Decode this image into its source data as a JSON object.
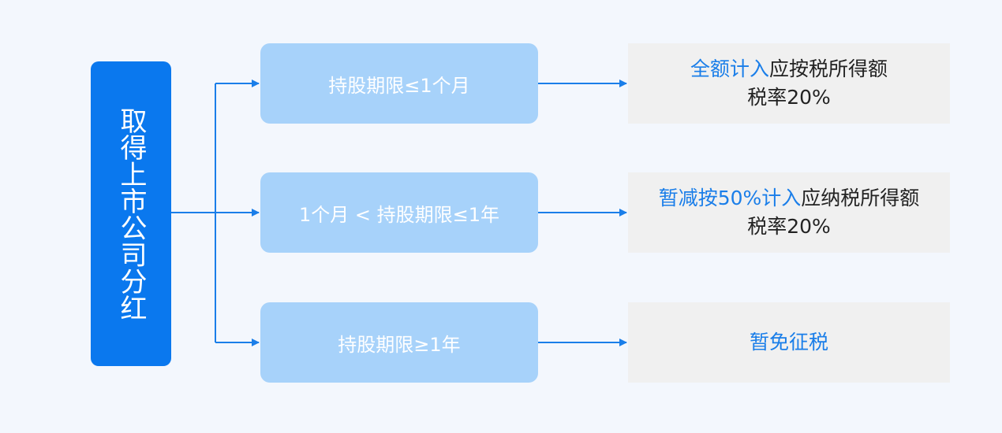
{
  "root": {
    "label": "取得上市公司分红"
  },
  "branches": [
    {
      "condition": "持股期限≤1个月",
      "result_highlight": "全额计入",
      "result_rest": "应按税所得额",
      "rate": "税率20%"
    },
    {
      "condition": "1个月 < 持股期限≤1年",
      "result_highlight": "暂减按50%计入",
      "result_rest": "应纳税所得额",
      "rate": "税率20%"
    },
    {
      "condition": "持股期限≥1年",
      "result_highlight": "暂免征税",
      "result_rest": "",
      "rate": ""
    }
  ],
  "colors": {
    "background": "#f3f7fd",
    "root_fill": "#0a78ee",
    "condition_fill": "#a7d2fa",
    "result_fill": "#f0f0f0",
    "arrow": "#1a7ee9",
    "highlight_text": "#1a7ee9"
  }
}
